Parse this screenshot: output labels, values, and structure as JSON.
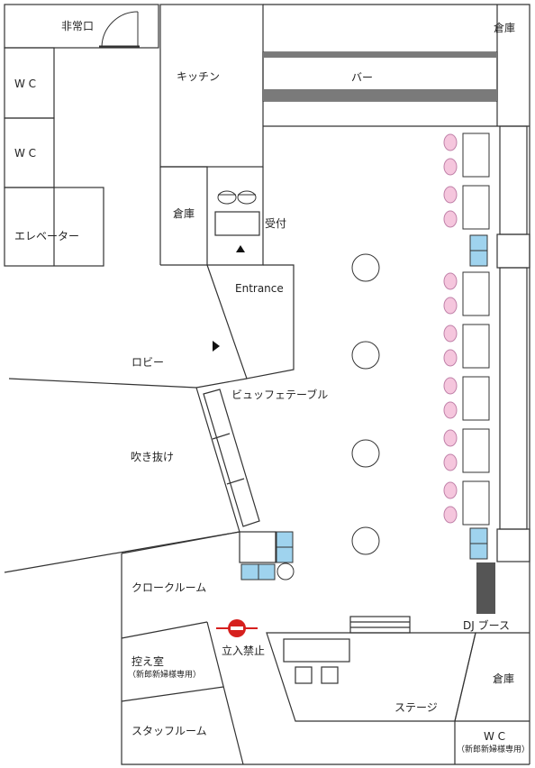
{
  "rooms": {
    "emergency_exit": "非常口",
    "wc_1": "W C",
    "wc_2": "W C",
    "elevator": "エレベーター",
    "kitchen": "キッチン",
    "storage_top": "倉庫",
    "bar": "バー",
    "storage_left": "倉庫",
    "reception": "受付",
    "entrance": "Entrance",
    "lobby": "ロビー",
    "buffet_table": "ビュッフェテーブル",
    "atrium": "吹き抜け",
    "cloakroom": "クロークルーム",
    "waiting_room": "控え室",
    "waiting_room_note": "（新郎新婦様専用）",
    "no_entry": "立入禁止",
    "staff_room": "スタッフルーム",
    "stage": "ステージ",
    "dj_booth": "DJ ブース",
    "storage_bottom": "倉庫",
    "wc_bottom": "W C",
    "wc_bottom_note": "（新郎新婦様専用）"
  },
  "colors": {
    "wall": "#333333",
    "bar_counter": "#7a7a7a",
    "chair": "#f5c6dd",
    "chair_stroke": "#c080a8",
    "blue_box": "#9fd3ee",
    "dj_booth": "#555555",
    "no_entry": "#d6201e"
  }
}
